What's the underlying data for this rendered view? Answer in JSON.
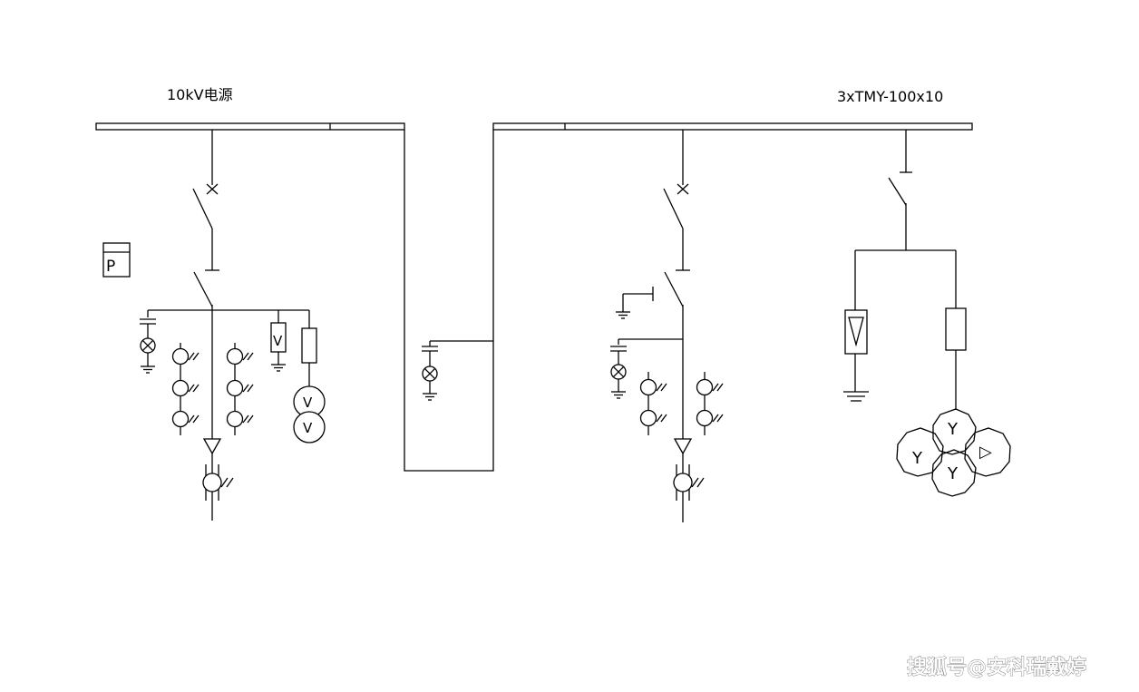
{
  "diagram": {
    "left_bus_label": "10kV电源",
    "right_bus_label": "3xTMY-100x10",
    "meter_letter": "P",
    "voltmeter_letter": "V",
    "arrester_letter": "V",
    "pt_winding_star": "Y",
    "pt_winding_delta": "▷"
  },
  "watermark": "搜狐号@安科瑞戴婷",
  "colors": {
    "line": "#000000",
    "background": "#ffffff"
  }
}
